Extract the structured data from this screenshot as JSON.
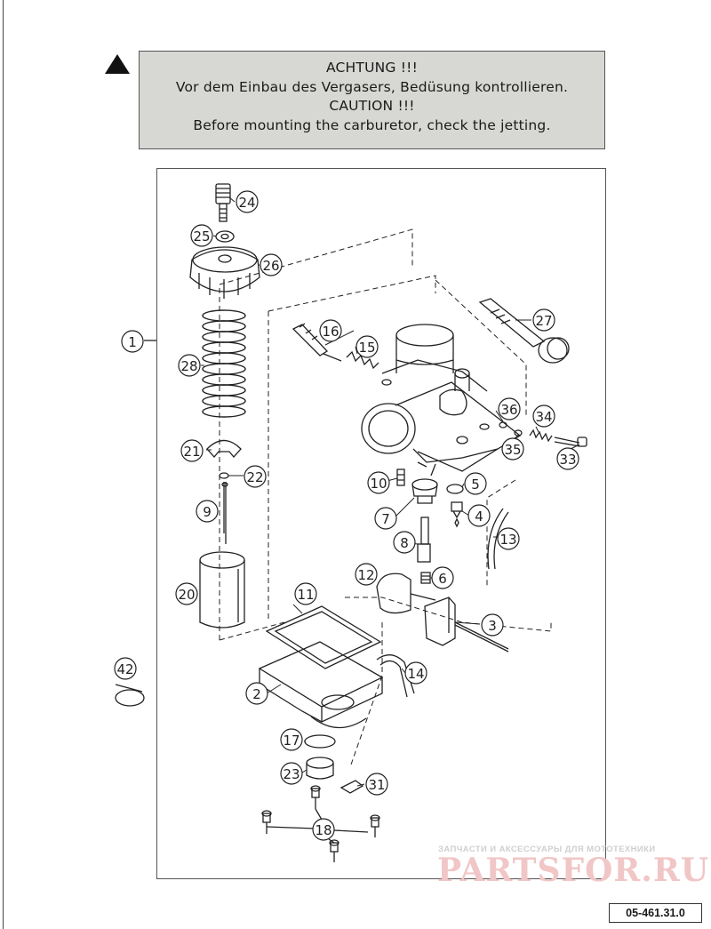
{
  "warning": {
    "icon": "warning-triangle-icon",
    "lines": [
      "ACHTUNG !!!",
      "Vor dem Einbau des Vergasers, Bedüsung kontrollieren.",
      "CAUTION !!!",
      "Before mounting the carburetor, check the jetting."
    ]
  },
  "callouts": {
    "c1": "1",
    "c2": "2",
    "c3": "3",
    "c4": "4",
    "c5": "5",
    "c6": "6",
    "c7": "7",
    "c8": "8",
    "c9": "9",
    "c10": "10",
    "c11": "11",
    "c12": "12",
    "c13": "13",
    "c14": "14",
    "c15": "15",
    "c16": "16",
    "c17": "17",
    "c18": "18",
    "c20": "20",
    "c21": "21",
    "c22": "22",
    "c23": "23",
    "c24": "24",
    "c25": "25",
    "c26": "26",
    "c27": "27",
    "c28": "28",
    "c31": "31",
    "c33": "33",
    "c34": "34",
    "c35": "35",
    "c36": "36",
    "c42": "42"
  },
  "watermark": {
    "tagline": "ЗАПЧАСТИ И АКСЕССУАРЫ ДЛЯ МОТОТЕХНИКИ",
    "logo": "PARTSFOR.RU"
  },
  "reference_code": "05-461.31.0",
  "colors": {
    "warning_bg": "#d7d7d4",
    "line": "#222222",
    "watermark": "#f1c6c6"
  }
}
